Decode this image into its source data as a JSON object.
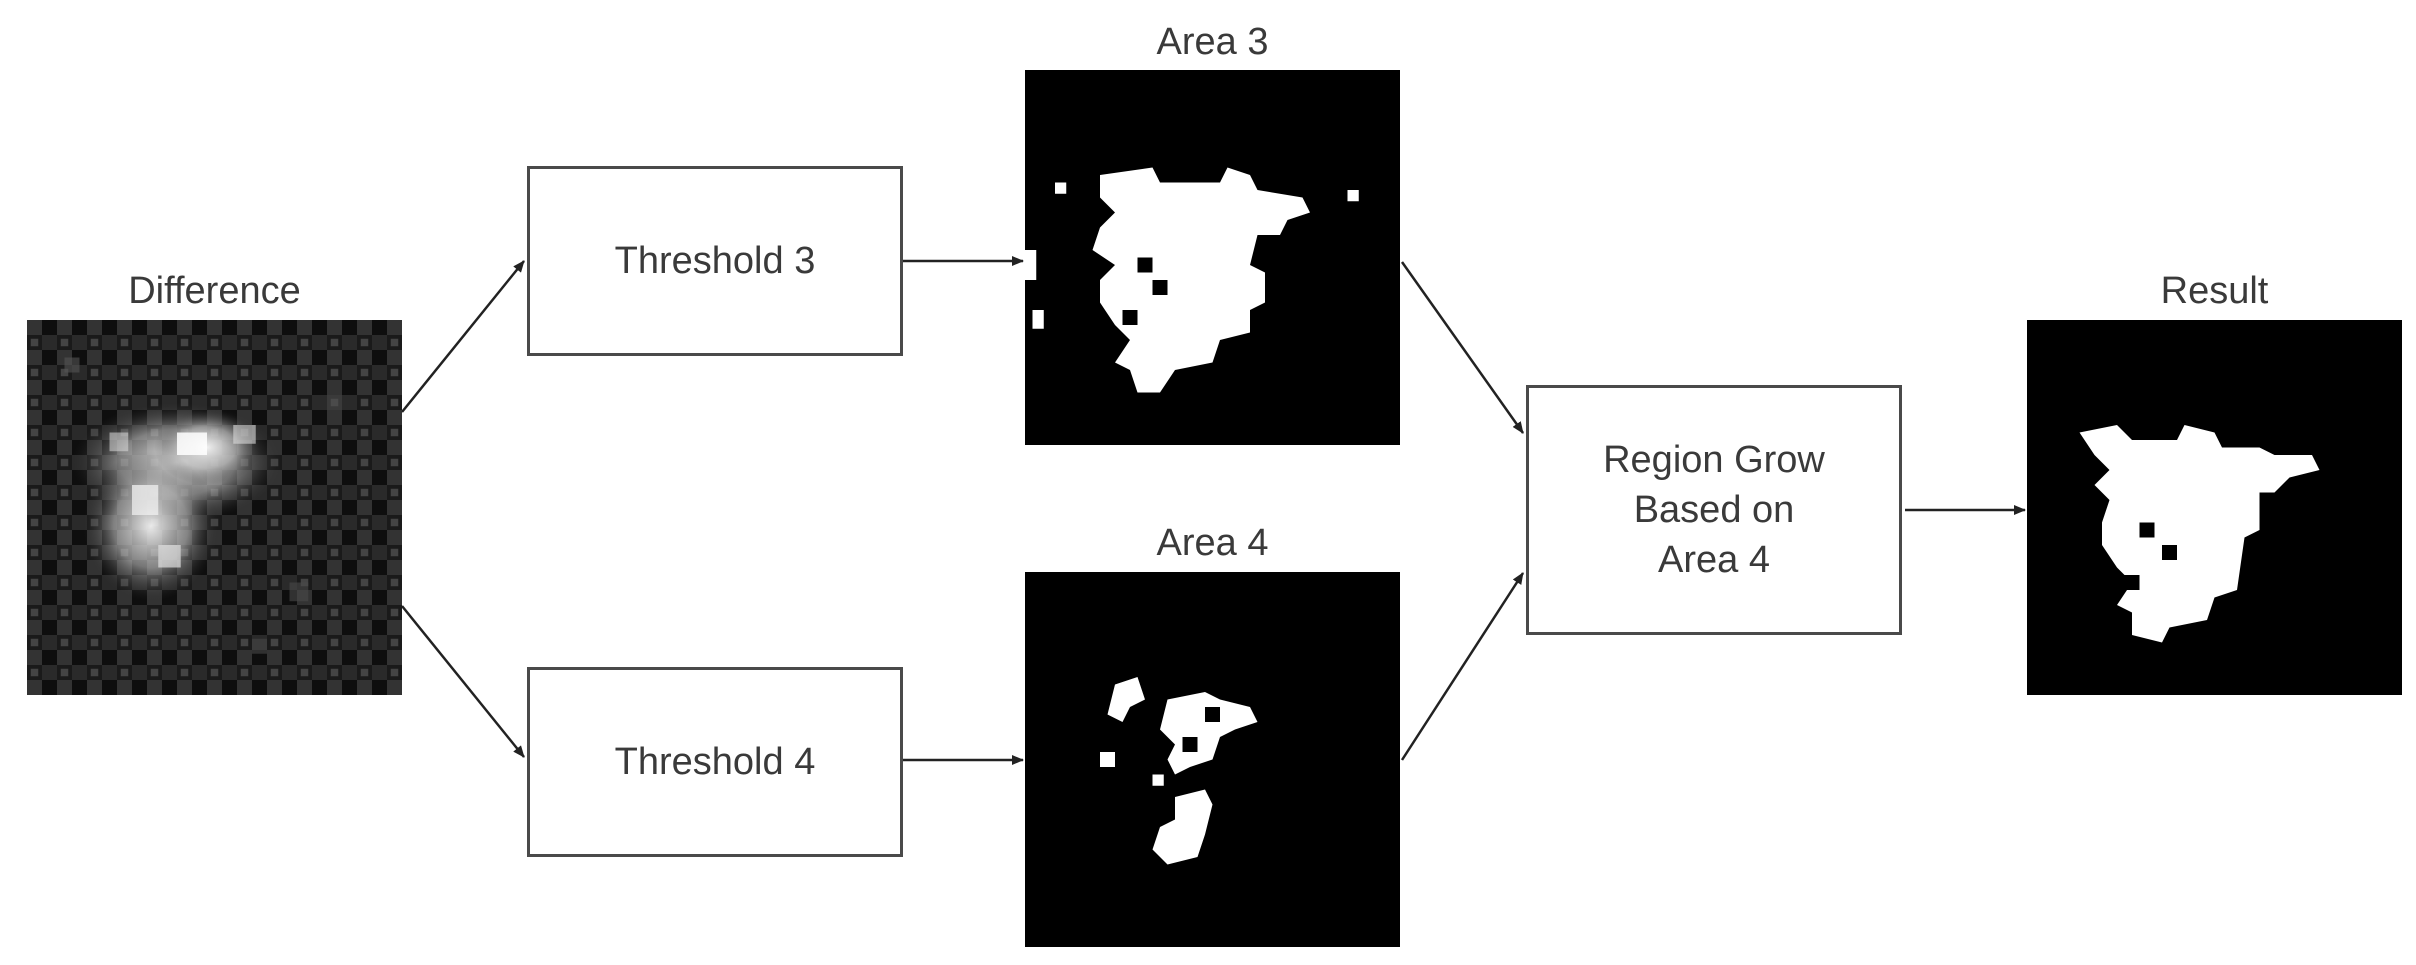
{
  "diagram": {
    "difference": {
      "label": "Difference"
    },
    "threshold3": {
      "label": "Threshold 3"
    },
    "threshold4": {
      "label": "Threshold 4"
    },
    "area3": {
      "label": "Area 3"
    },
    "area4": {
      "label": "Area 4"
    },
    "region_grow": {
      "label": "Region Grow\nBased on\nArea 4"
    },
    "result": {
      "label": "Result"
    }
  },
  "colors": {
    "image_background": "#000000",
    "blob": "#ffffff",
    "box_border": "#4a4a4a",
    "arrow": "#222222"
  }
}
